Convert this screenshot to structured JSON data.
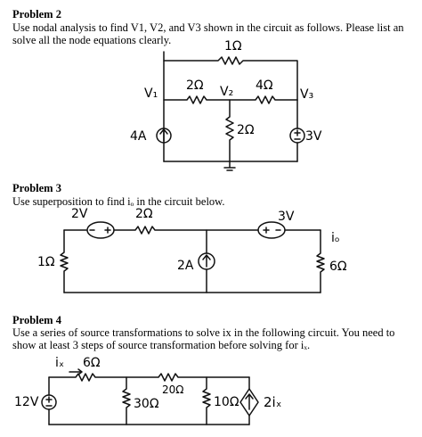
{
  "problems": [
    {
      "heading": "Problem 2",
      "lines": [
        "Use nodal analysis to find V1, V2, and V3 shown in the circuit as follows. Please list an",
        "solve all the node equations clearly."
      ],
      "labels": [
        "1Ω",
        "2Ω",
        "4Ω",
        "V₁",
        "V₂",
        "V₃",
        "4A",
        "2Ω",
        "3V"
      ]
    },
    {
      "heading": "Problem 3",
      "lines": [
        "Use superposition to find iₒ in the circuit below."
      ],
      "labels": [
        "2V",
        "2Ω",
        "3V",
        "iₒ",
        "1Ω",
        "2A",
        "6Ω"
      ]
    },
    {
      "heading": "Problem 4",
      "lines": [
        "Use a series of source transformations to solve ix in the following circuit. You need to",
        "show at least 3 steps of source transformation before solving for iₓ."
      ],
      "labels": [
        "iₓ",
        "6Ω",
        "20Ω",
        "12V",
        "30Ω",
        "10Ω",
        "2iₓ"
      ]
    }
  ]
}
